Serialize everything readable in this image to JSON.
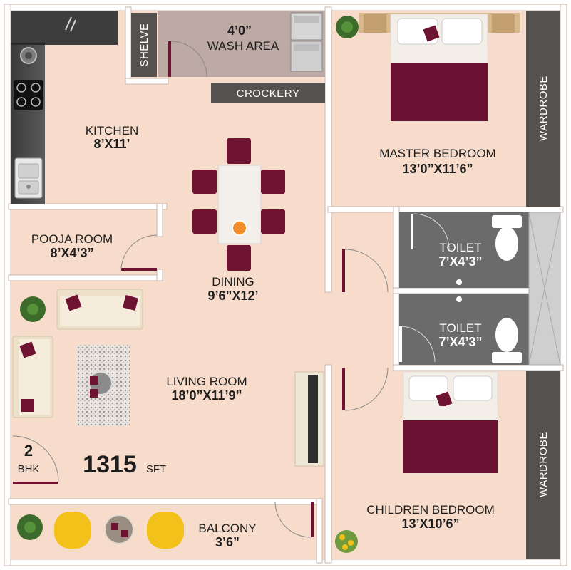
{
  "colors": {
    "floor": "#f7dccb",
    "wall": "#ffffff",
    "wall_edge": "#c9b7ac",
    "toilet_floor": "#6b6b6b",
    "dark_panel": "#55514e",
    "bed_cover": "#6b1232",
    "accent_maroon": "#6e1331",
    "chair_yellow": "#f2c21b"
  },
  "rooms": {
    "kitchen": {
      "name": "KITCHEN",
      "dim": "8’X11’"
    },
    "wash_area": {
      "name": "WASH AREA",
      "dim": "4’0”"
    },
    "shelve": {
      "name": "SHELVE"
    },
    "crockery": {
      "name": "CROCKERY"
    },
    "master_bedroom": {
      "name": "MASTER BEDROOM",
      "dim": "13’0”X11’6”"
    },
    "wardrobe_top": {
      "name": "WARDROBE"
    },
    "wardrobe_bottom": {
      "name": "WARDROBE"
    },
    "pooja_room": {
      "name": "POOJA ROOM",
      "dim": "8’X4’3”"
    },
    "dining": {
      "name": "DINING",
      "dim": "9’6”X12’"
    },
    "toilet_1": {
      "name": "TOILET",
      "dim": "7’X4’3”"
    },
    "toilet_2": {
      "name": "TOILET",
      "dim": "7’X4’3”"
    },
    "living_room": {
      "name": "LIVING ROOM",
      "dim": "18’0”X11’9”"
    },
    "children_bedroom": {
      "name": "CHILDREN BEDROOM",
      "dim": "13’X10’6”"
    },
    "balcony": {
      "name": "BALCONY",
      "dim": "3’6”"
    }
  },
  "unit": {
    "bhk_number": "2",
    "bhk_text": "BHK",
    "area": "1315",
    "area_unit": "SFT"
  }
}
